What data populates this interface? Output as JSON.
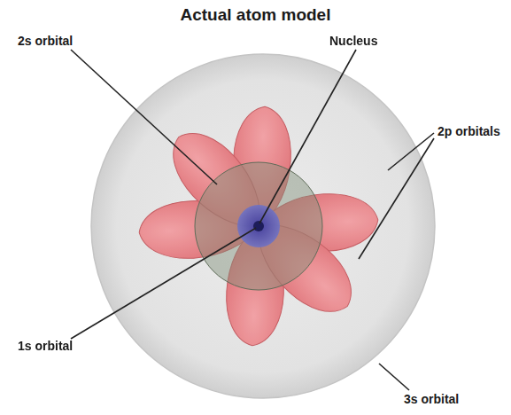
{
  "diagram": {
    "title": "Actual atom model",
    "labels": [
      "2s orbital",
      "Nucleus",
      "2p orbitals",
      "1s orbital",
      "3s orbital"
    ]
  }
}
